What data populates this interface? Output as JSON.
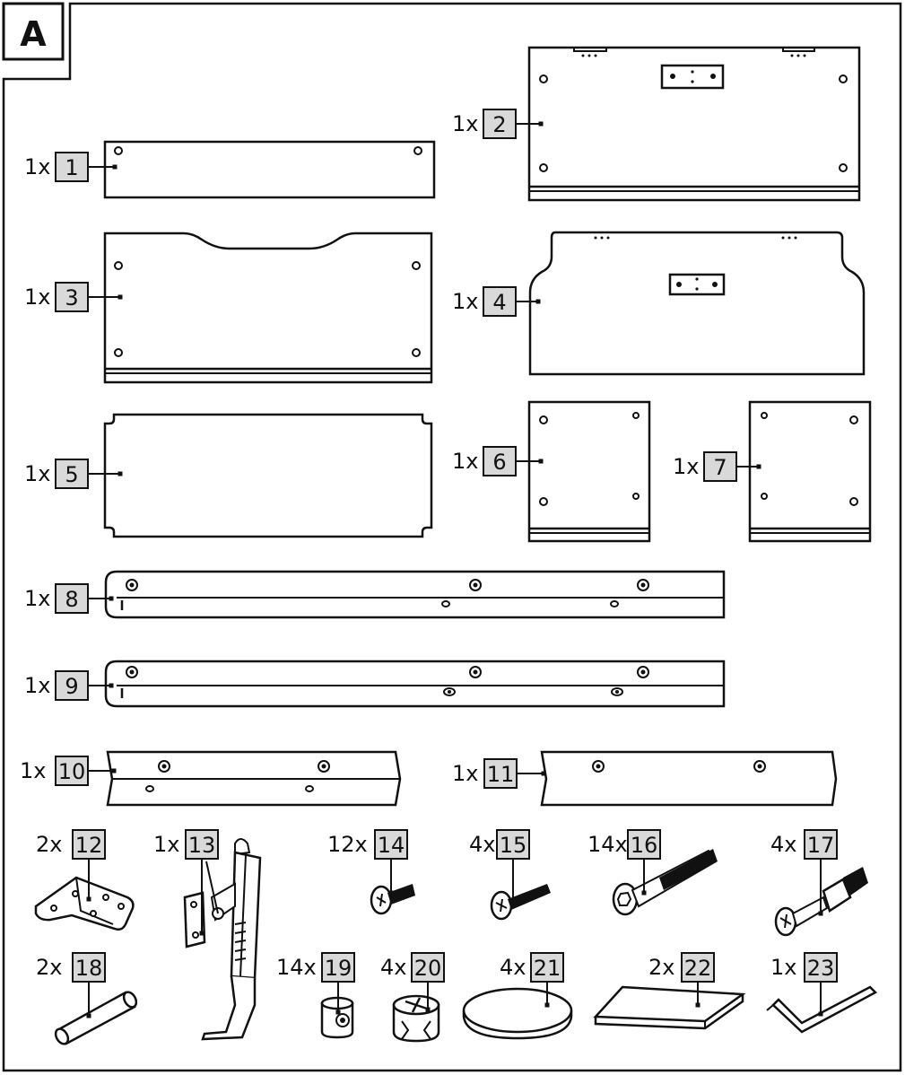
{
  "section_label": "A",
  "parts": [
    {
      "num": "1",
      "qty": "1x"
    },
    {
      "num": "2",
      "qty": "1x"
    },
    {
      "num": "3",
      "qty": "1x"
    },
    {
      "num": "4",
      "qty": "1x"
    },
    {
      "num": "5",
      "qty": "1x"
    },
    {
      "num": "6",
      "qty": "1x"
    },
    {
      "num": "7",
      "qty": "1x"
    },
    {
      "num": "8",
      "qty": "1x"
    },
    {
      "num": "9",
      "qty": "1x"
    },
    {
      "num": "10",
      "qty": "1x"
    },
    {
      "num": "11",
      "qty": "1x"
    },
    {
      "num": "12",
      "qty": "2x"
    },
    {
      "num": "13",
      "qty": "1x"
    },
    {
      "num": "14",
      "qty": "12x"
    },
    {
      "num": "15",
      "qty": "4x"
    },
    {
      "num": "16",
      "qty": "14x"
    },
    {
      "num": "17",
      "qty": "4x"
    },
    {
      "num": "18",
      "qty": "2x"
    },
    {
      "num": "19",
      "qty": "14x"
    },
    {
      "num": "20",
      "qty": "4x"
    },
    {
      "num": "21",
      "qty": "4x"
    },
    {
      "num": "22",
      "qty": "2x"
    },
    {
      "num": "23",
      "qty": "1x"
    }
  ],
  "colors": {
    "label_box": "#d9d9d9",
    "line": "#111111",
    "background": "#ffffff"
  }
}
